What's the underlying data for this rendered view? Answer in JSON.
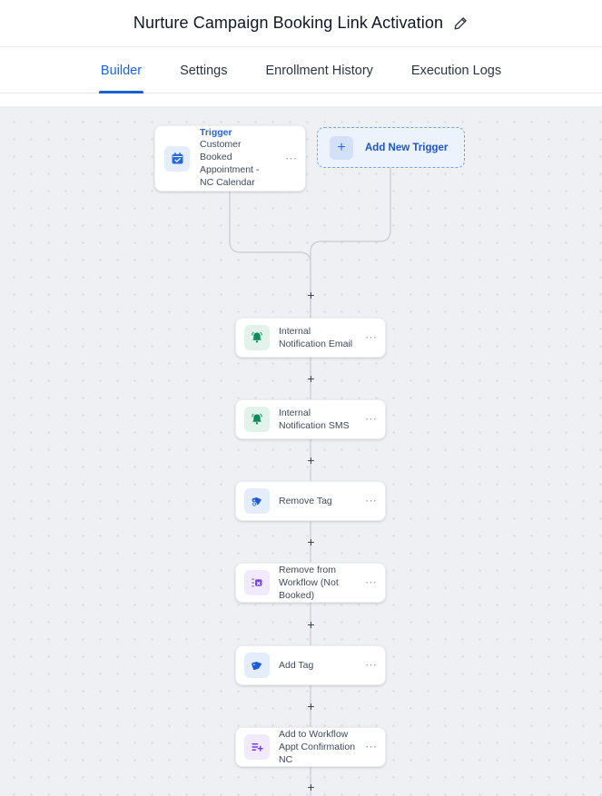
{
  "header": {
    "title": "Nurture Campaign Booking Link Activation"
  },
  "tabs": [
    {
      "label": "Builder",
      "active": true
    },
    {
      "label": "Settings",
      "active": false
    },
    {
      "label": "Enrollment History",
      "active": false
    },
    {
      "label": "Execution Logs",
      "active": false
    }
  ],
  "canvas": {
    "trigger_card": {
      "badge": "Trigger",
      "name": "Customer Booked Appointment - NC Calendar",
      "menu": "⋯"
    },
    "add_new_trigger": {
      "plus": "+",
      "label": "Add New Trigger"
    },
    "node_menu": "⋯",
    "plus_symbol": "+",
    "nodes": [
      {
        "label": "Internal Notification Email",
        "icon": "bell-icon",
        "color": "#0e8a5f",
        "icon_bg": "#e2f3eb"
      },
      {
        "label": "Internal Notification SMS",
        "icon": "bell-icon",
        "color": "#0e8a5f",
        "icon_bg": "#e2f3eb"
      },
      {
        "label": "Remove Tag",
        "icon": "tag-remove-icon",
        "color": "#1d5bd8",
        "icon_bg": "#e4edfc"
      },
      {
        "label": "Remove from Workflow (Not Booked)",
        "icon": "workflow-remove-icon",
        "color": "#7c3aed",
        "icon_bg": "#f1eafc"
      },
      {
        "label": "Add Tag",
        "icon": "tag-icon",
        "color": "#1d5bd8",
        "icon_bg": "#e4edfc"
      },
      {
        "label": "Add to Workflow Appt Confirmation NC",
        "icon": "workflow-add-icon",
        "color": "#7c3aed",
        "icon_bg": "#f1eafc"
      }
    ],
    "colors": {
      "accent_blue": "#1a5fd6",
      "canvas_bg": "#eef0f3",
      "wire": "#c7ccd4"
    }
  }
}
